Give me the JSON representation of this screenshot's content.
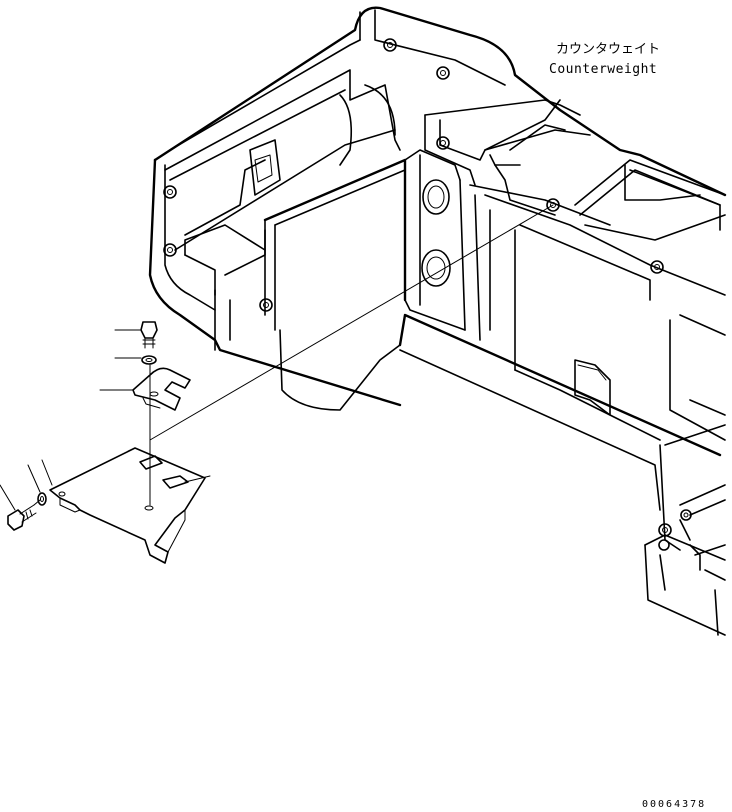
{
  "labels": {
    "counterweight_jp": "カウンタウェイト",
    "counterweight_en": "Counterweight"
  },
  "figure_number": "00064378"
}
